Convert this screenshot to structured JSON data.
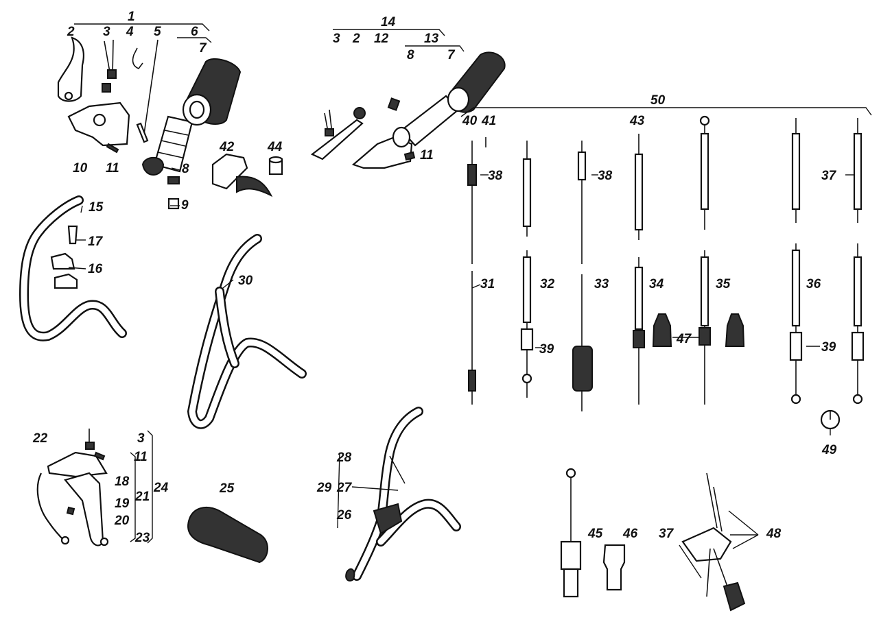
{
  "labels": {
    "l1": "1",
    "l2a": "2",
    "l3a": "3",
    "l4": "4",
    "l5": "5",
    "l6": "6",
    "l7a": "7",
    "l8a": "8",
    "l9": "9",
    "l10": "10",
    "l11a": "11",
    "l42": "42",
    "l44": "44",
    "l14": "14",
    "l3b": "3",
    "l2b": "2",
    "l12": "12",
    "l13": "13",
    "l8b": "8",
    "l7b": "7",
    "l11b": "11",
    "l50": "50",
    "l40": "40",
    "l41": "41",
    "l43": "43",
    "l38a": "38",
    "l38b": "38",
    "l37a": "37",
    "l15": "15",
    "l17": "17",
    "l16": "16",
    "l30": "30",
    "l31": "31",
    "l32": "32",
    "l33": "33",
    "l34": "34",
    "l35": "35",
    "l36": "36",
    "l39a": "39",
    "l39b": "39",
    "l47": "47",
    "l49": "49",
    "l3c": "3",
    "l11c": "11",
    "l22": "22",
    "l18": "18",
    "l21": "21",
    "l24": "24",
    "l19": "19",
    "l20": "20",
    "l23": "23",
    "l25": "25",
    "l28": "28",
    "l27": "27",
    "l29": "29",
    "l26": "26",
    "l45": "45",
    "l46": "46",
    "l37b": "37",
    "l48": "48"
  }
}
